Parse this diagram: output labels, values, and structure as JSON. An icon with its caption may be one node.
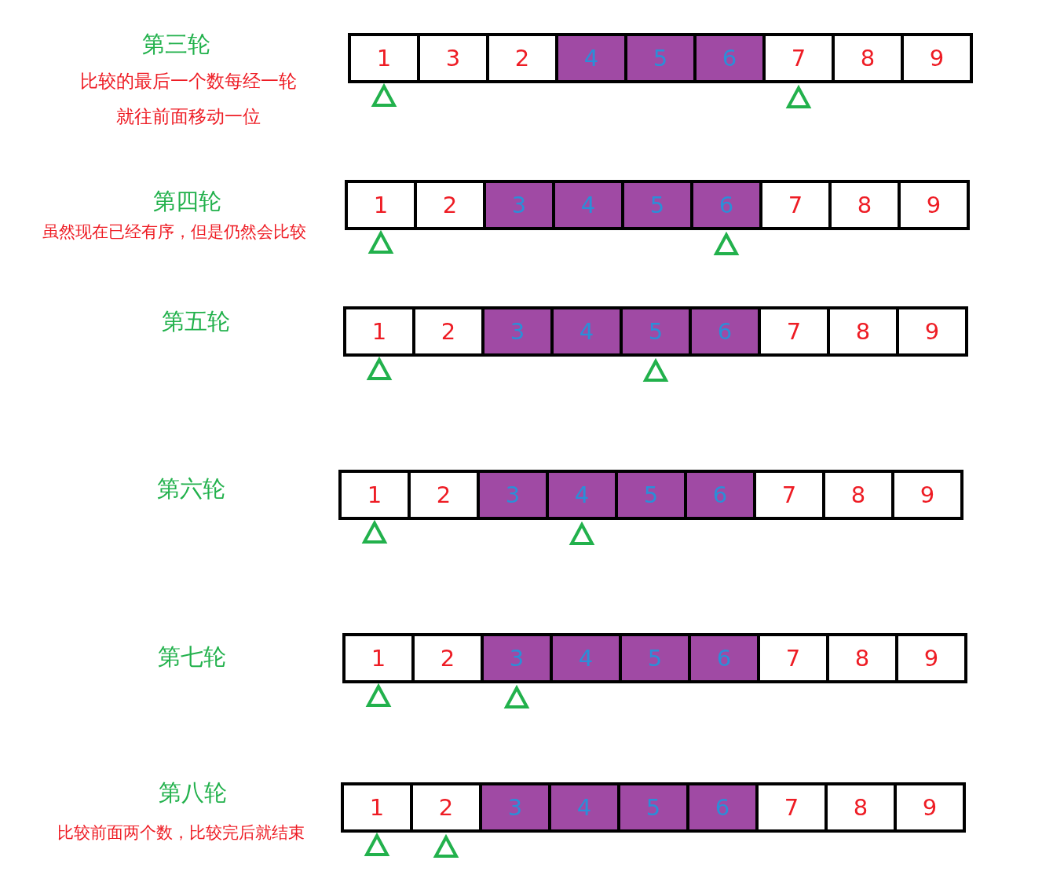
{
  "diagram": {
    "nodes": [
      {
        "text": [
          "1"
        ]
      },
      {
        "text": [
          "3"
        ]
      },
      {
        "text": [
          "2"
        ]
      },
      {
        "text": [
          "4"
        ]
      },
      {
        "text": [
          "5"
        ]
      },
      {
        "text": [
          "6"
        ]
      },
      {
        "text": [
          "7"
        ]
      },
      {
        "text": [
          "8"
        ]
      },
      {
        "text": [
          "9"
        ]
      },
      {
        "text": [
          "1"
        ]
      },
      {
        "text": [
          "2"
        ]
      },
      {
        "text": [
          "3"
        ]
      },
      {
        "text": [
          "4"
        ]
      },
      {
        "text": [
          "5"
        ]
      },
      {
        "text": [
          "6"
        ]
      },
      {
        "text": [
          "7"
        ]
      },
      {
        "text": [
          "8"
        ]
      },
      {
        "text": [
          "9"
        ]
      },
      {
        "text": [
          "1"
        ]
      },
      {
        "text": [
          "2"
        ]
      },
      {
        "text": [
          "3"
        ]
      },
      {
        "text": [
          "4"
        ]
      },
      {
        "text": [
          "5"
        ]
      },
      {
        "text": [
          "6"
        ]
      },
      {
        "text": [
          "7"
        ]
      },
      {
        "text": [
          "8"
        ]
      },
      {
        "text": [
          "9"
        ]
      },
      {
        "text": [
          "1"
        ]
      },
      {
        "text": [
          "2"
        ]
      },
      {
        "text": [
          "3"
        ]
      },
      {
        "text": [
          "4"
        ]
      },
      {
        "text": [
          "5"
        ]
      },
      {
        "text": [
          "6"
        ]
      },
      {
        "text": [
          "7"
        ]
      },
      {
        "text": [
          "8"
        ]
      },
      {
        "text": [
          "9"
        ]
      },
      {
        "text": [
          "1"
        ]
      },
      {
        "text": [
          "2"
        ]
      },
      {
        "text": [
          "3"
        ]
      },
      {
        "text": [
          "4"
        ]
      },
      {
        "text": [
          "5"
        ]
      },
      {
        "text": [
          "6"
        ]
      },
      {
        "text": [
          "7"
        ]
      },
      {
        "text": [
          "8"
        ]
      },
      {
        "text": [
          "9"
        ]
      },
      {
        "text": [
          "1"
        ]
      },
      {
        "text": [
          "2"
        ]
      },
      {
        "text": [
          "3"
        ]
      },
      {
        "text": [
          "4"
        ]
      },
      {
        "text": [
          "5"
        ]
      },
      {
        "text": [
          "6"
        ]
      },
      {
        "text": [
          "7"
        ]
      },
      {
        "text": [
          "8"
        ]
      },
      {
        "text": [
          "9"
        ]
      }
    ],
    "edges": [],
    "labels": [
      "第三轮",
      "比较的最后一个数每经一轮就往前面移动一位",
      "第四轮",
      "虽然现在已经有序，但是仍然会比较",
      "第五轮",
      "第六轮",
      "第七轮",
      "第八轮",
      "比较前面两个数，比较完后就结束"
    ]
  }
}
